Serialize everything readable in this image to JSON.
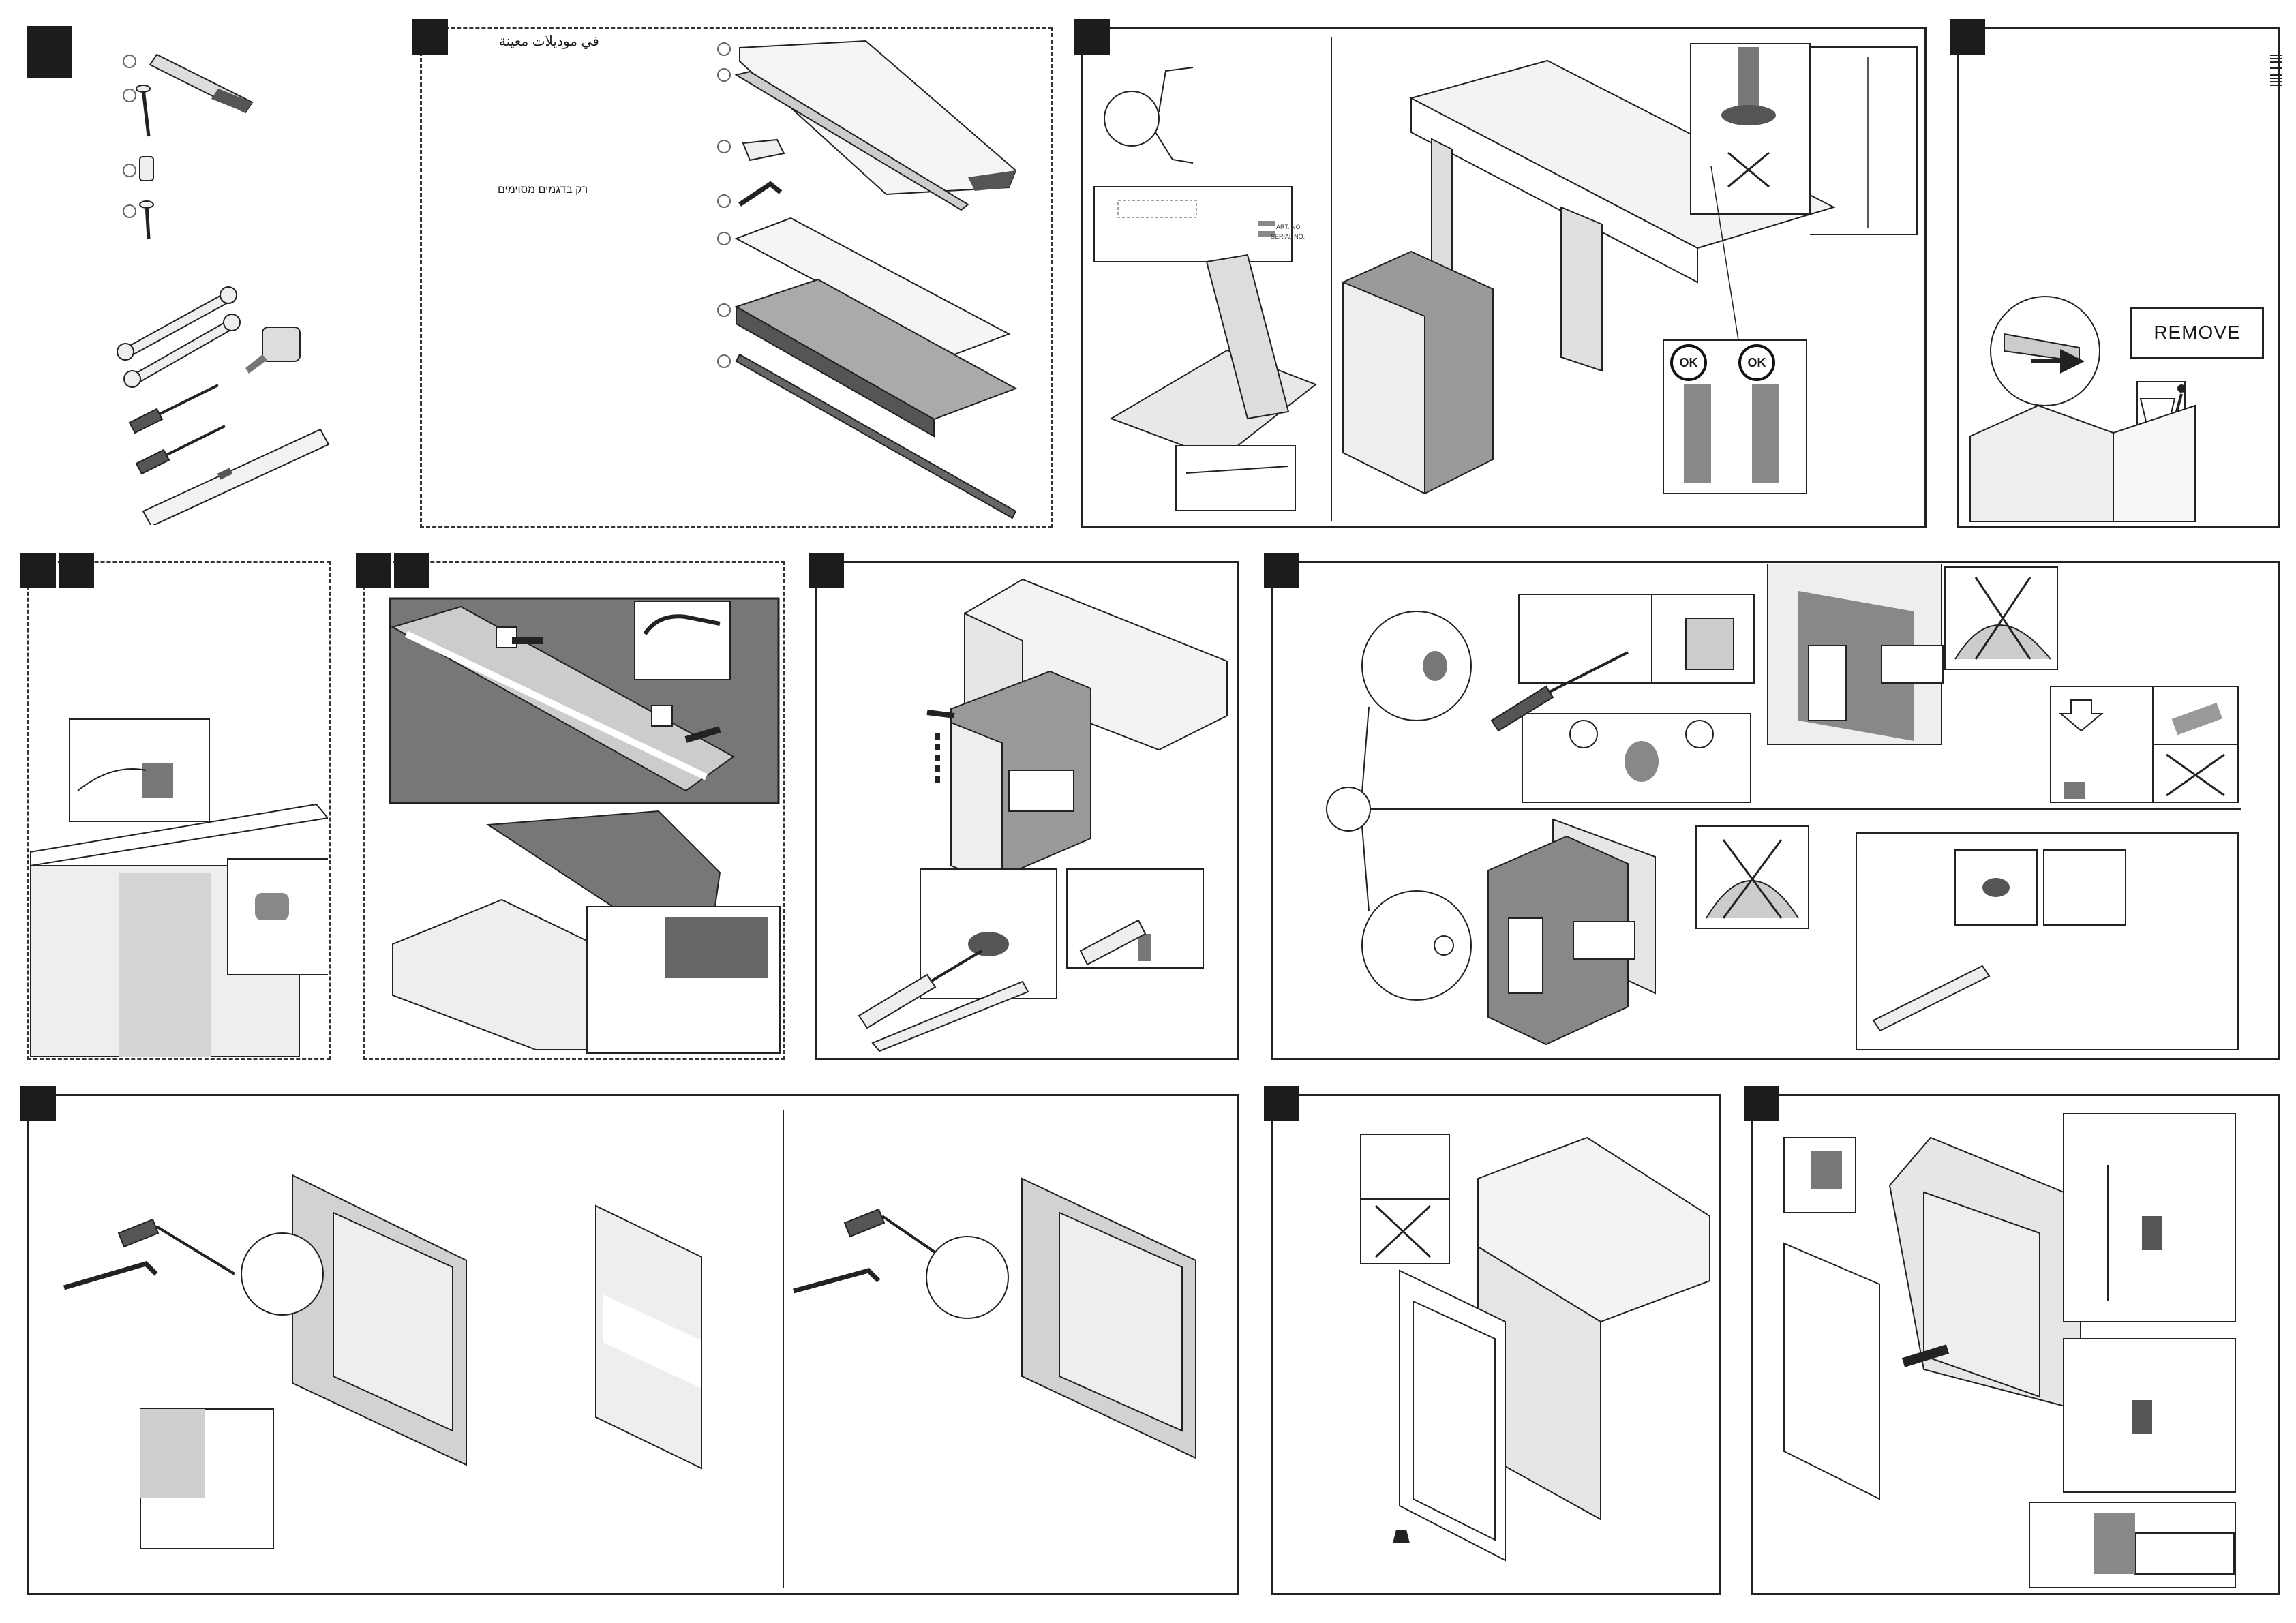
{
  "text": {
    "arabic_note": "في موديلات معينة",
    "hebrew_note": "רק בדגמים מסוימים",
    "remove_label": "REMOVE",
    "ok_left": "OK",
    "ok_right": "OK",
    "art_no": "ART. NO.",
    "serial_no": "SERIAL NO."
  },
  "colors": {
    "panel_border": "#222222",
    "step_badge": "#1c1c1c",
    "fill_gray": "#8f8f8f",
    "fill_dark": "#555555"
  },
  "icons": {
    "step_badge": "black-square",
    "screw": "screw-icon",
    "wrench": "wrench-icon",
    "screwdriver": "screwdriver-icon",
    "spirit_level": "spirit-level-icon",
    "tape_measure": "tape-measure-icon",
    "hex_key": "hex-key-icon",
    "trash": "trash-bin-icon",
    "cross": "cross-mark-icon",
    "arrow": "arrow-icon",
    "weight": "weight-icon"
  }
}
